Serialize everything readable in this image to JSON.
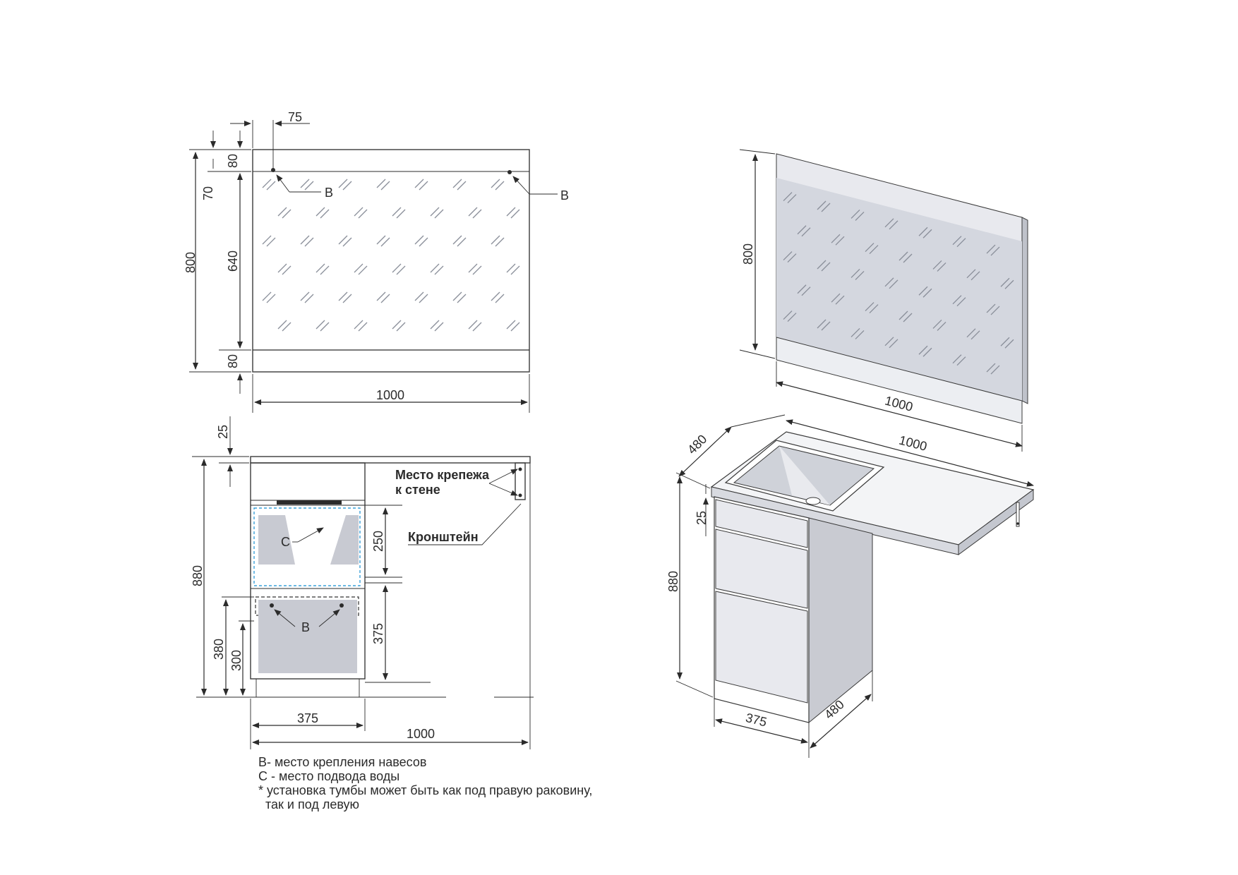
{
  "front_mirror": {
    "dim_top_offset": "75",
    "dim_top_frame": "80",
    "dim_top_hole": "70",
    "dim_total_height": "800",
    "dim_glass_height": "640",
    "dim_bottom_frame": "80",
    "dim_width": "1000",
    "hole_label_left": "B",
    "hole_label_right": "B"
  },
  "front_cabinet": {
    "dim_top": "25",
    "dim_total_height": "880",
    "dim_upper_drawer": "250",
    "dim_lower_drawer": "375",
    "dim_380": "380",
    "dim_300": "300",
    "dim_cabinet_width": "375",
    "dim_total_width": "1000",
    "label_wall_mount_line1": "Место крепежа",
    "label_wall_mount_line2": "к стене",
    "label_bracket": "Кронштейн",
    "label_water": "C",
    "label_hanger": "B"
  },
  "iso_mirror": {
    "dim_height": "800",
    "dim_width": "1000"
  },
  "iso_cabinet": {
    "dim_top_depth": "480",
    "dim_top_width": "1000",
    "dim_top_thickness": "25",
    "dim_height": "880",
    "dim_width": "375",
    "dim_depth": "480"
  },
  "notes": [
    "B- место крепления навесов",
    "C - место подвода воды",
    "* установка тумбы может быть как под правую раковину,",
    "  так и под левую"
  ],
  "colors": {
    "line": "#2b2b2b",
    "mirror_fill": "#d4d7df",
    "panel_fill": "#e8e9ee",
    "dashed_blue": "#3aa0d8"
  }
}
